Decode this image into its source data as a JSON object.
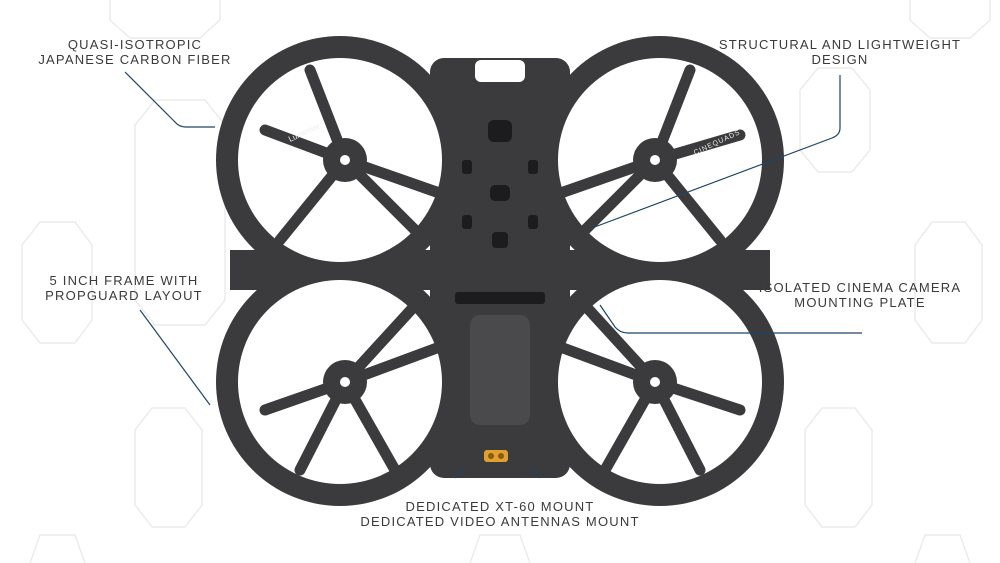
{
  "callouts": {
    "carbon_fiber": {
      "line1": "QUASI-ISOTROPIC",
      "line2": "JAPANESE CARBON FIBER"
    },
    "structural": {
      "line1": "STRUCTURAL AND LIGHTWEIGHT",
      "line2": "DESIGN"
    },
    "frame": {
      "line1": "5 INCH FRAME WITH",
      "line2": "PROPGUARD LAYOUT"
    },
    "camera_plate": {
      "line1": "ISOLATED CINEMA CAMERA",
      "line2": "MOUNTING PLATE"
    },
    "mounts": {
      "line1": "DEDICATED XT-60 MOUNT",
      "line2": "DEDICATED VIDEO ANTENNAS MOUNT"
    }
  },
  "frame_branding": {
    "left_arm": "Lumenier",
    "right_arm": "CINEQUADS"
  },
  "colors": {
    "carbon": "#3b3b3d",
    "leader_line": "#1f4466",
    "text": "#3a3a3a",
    "connector": "#e0a030",
    "watermark": "#ececec"
  }
}
